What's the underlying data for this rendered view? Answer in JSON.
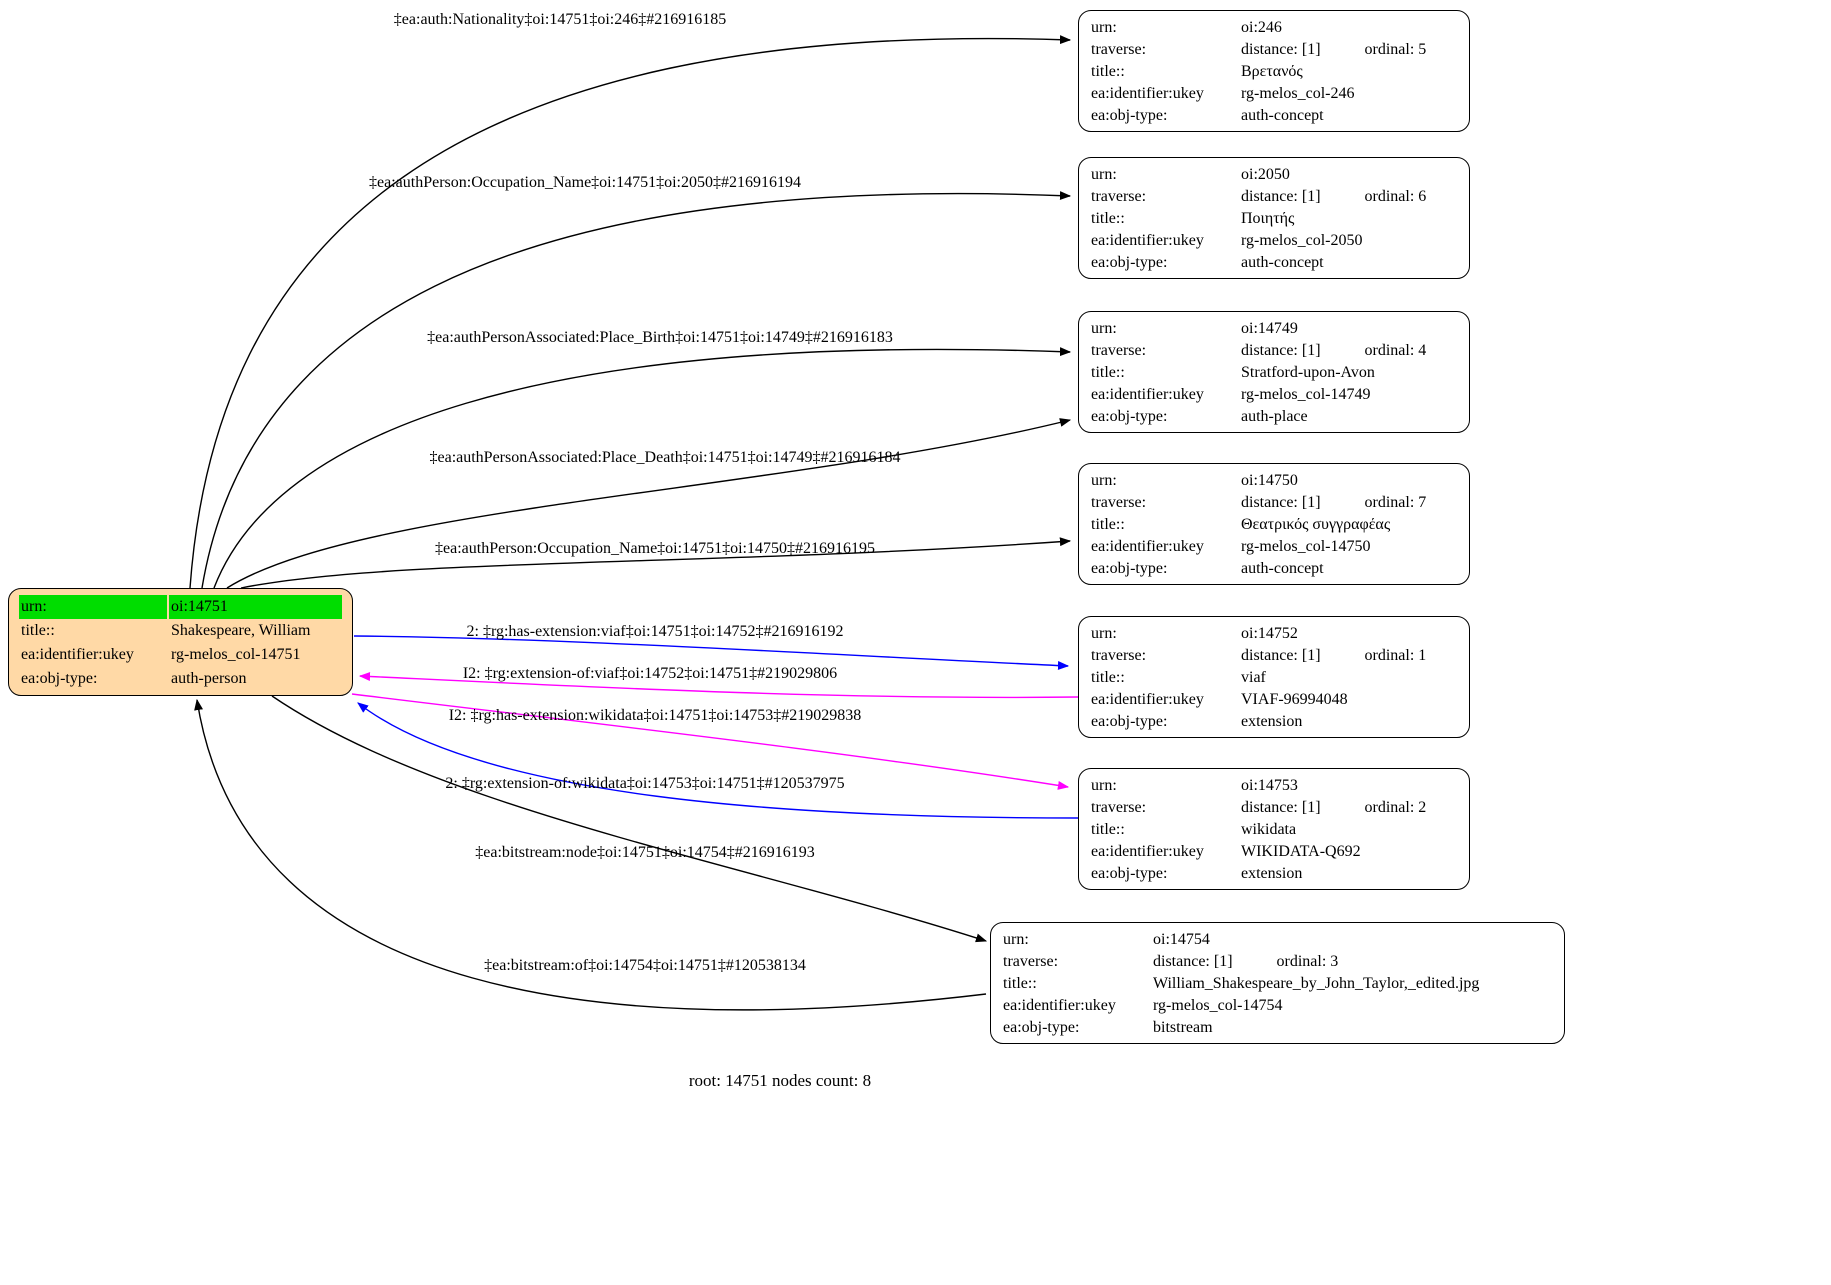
{
  "caption": "root: 14751 nodes count: 8",
  "colors": {
    "root-fill": "#ffd9a6",
    "highlight-green": "#00dd00",
    "node-fill": "#ffffff",
    "node-border": "#000000",
    "edge-black": "#000000",
    "edge-blue": "#0000ff",
    "edge-magenta": "#ff00ff"
  },
  "labels": {
    "urn": "urn:",
    "traverse": "traverse:",
    "title": "title::",
    "identifier": "ea:identifier:ukey",
    "objtype": "ea:obj-type:",
    "distance": "distance: [1]"
  },
  "root": {
    "urn": "oi:14751",
    "title": "Shakespeare, William",
    "identifier": "rg-melos_col-14751",
    "objtype": "auth-person"
  },
  "nodes": [
    {
      "urn": "oi:246",
      "ordinal": "ordinal: 5",
      "title": "Βρετανός",
      "identifier": "rg-melos_col-246",
      "objtype": "auth-concept"
    },
    {
      "urn": "oi:2050",
      "ordinal": "ordinal: 6",
      "title": "Ποιητής",
      "identifier": "rg-melos_col-2050",
      "objtype": "auth-concept"
    },
    {
      "urn": "oi:14749",
      "ordinal": "ordinal: 4",
      "title": "Stratford-upon-Avon",
      "identifier": "rg-melos_col-14749",
      "objtype": "auth-place"
    },
    {
      "urn": "oi:14750",
      "ordinal": "ordinal: 7",
      "title": "Θεατρικός συγγραφέας",
      "identifier": "rg-melos_col-14750",
      "objtype": "auth-concept"
    },
    {
      "urn": "oi:14752",
      "ordinal": "ordinal: 1",
      "title": "viaf",
      "identifier": "VIAF-96994048",
      "objtype": "extension"
    },
    {
      "urn": "oi:14753",
      "ordinal": "ordinal: 2",
      "title": "wikidata",
      "identifier": "WIKIDATA-Q692",
      "objtype": "extension"
    },
    {
      "urn": "oi:14754",
      "ordinal": "ordinal: 3",
      "title": "William_Shakespeare_by_John_Taylor,_edited.jpg",
      "identifier": "rg-melos_col-14754",
      "objtype": "bitstream"
    }
  ],
  "edges": [
    {
      "label": "‡ea:auth:Nationality‡oi:14751‡oi:246‡#216916185",
      "color": "#000000"
    },
    {
      "label": "‡ea:authPerson:Occupation_Name‡oi:14751‡oi:2050‡#216916194",
      "color": "#000000"
    },
    {
      "label": "‡ea:authPersonAssociated:Place_Birth‡oi:14751‡oi:14749‡#216916183",
      "color": "#000000"
    },
    {
      "label": "‡ea:authPersonAssociated:Place_Death‡oi:14751‡oi:14749‡#216916184",
      "color": "#000000"
    },
    {
      "label": "‡ea:authPerson:Occupation_Name‡oi:14751‡oi:14750‡#216916195",
      "color": "#000000"
    },
    {
      "label": "2: ‡rg:has-extension:viaf‡oi:14751‡oi:14752‡#216916192",
      "color": "#0000ff"
    },
    {
      "label": "I2: ‡rg:extension-of:viaf‡oi:14752‡oi:14751‡#219029806",
      "color": "#ff00ff"
    },
    {
      "label": "I2: ‡rg:has-extension:wikidata‡oi:14751‡oi:14753‡#219029838",
      "color": "#ff00ff"
    },
    {
      "label": "2: ‡rg:extension-of:wikidata‡oi:14753‡oi:14751‡#120537975",
      "color": "#0000ff"
    },
    {
      "label": "‡ea:bitstream:node‡oi:14751‡oi:14754‡#216916193",
      "color": "#000000"
    },
    {
      "label": "‡ea:bitstream:of‡oi:14754‡oi:14751‡#120538134",
      "color": "#000000"
    }
  ]
}
